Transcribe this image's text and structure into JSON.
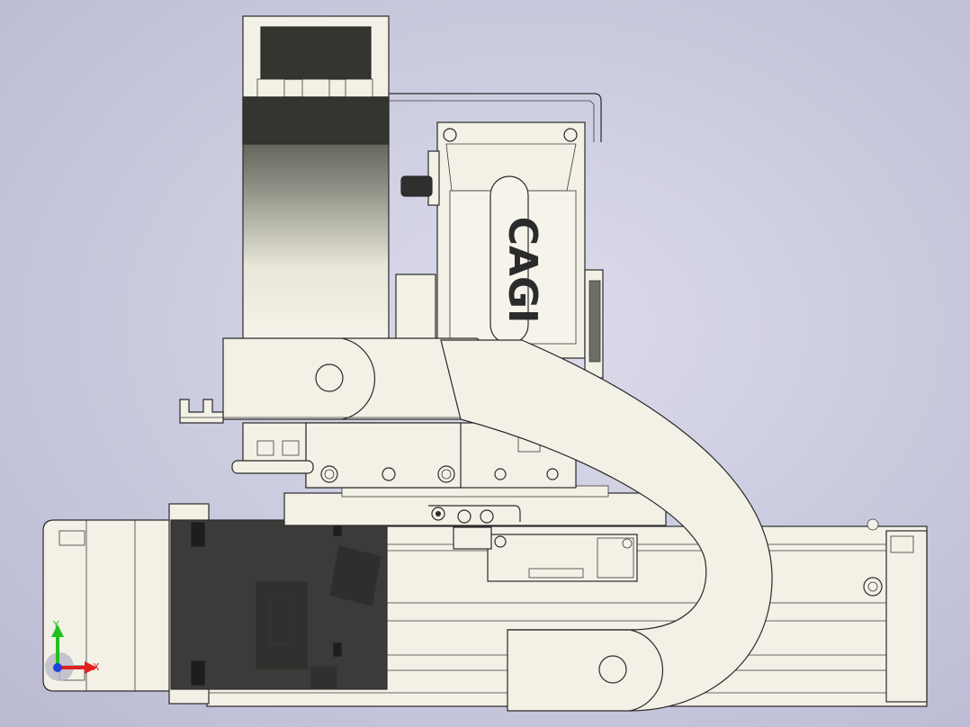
{
  "viewport": {
    "background_color": "#c9c9de"
  },
  "model": {
    "part_fill": "#f3f1e6",
    "dark_fill": "#3b3c39",
    "edge_color": "#2a2a2a",
    "logo_text": "CAGI"
  },
  "triad": {
    "x_label": "X",
    "y_label": "Y",
    "x_color": "#e02020",
    "y_color": "#20c020",
    "z_color": "#2040e0"
  }
}
